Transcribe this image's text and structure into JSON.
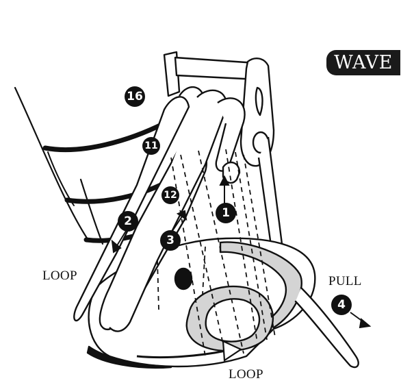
{
  "badge": {
    "text": "WAVE"
  },
  "labels": {
    "loop_left": "LOOP",
    "loop_bottom": "LOOP",
    "pull": "PULL"
  },
  "steps": {
    "s1": "1",
    "s2": "2",
    "s3": "3",
    "s4": "4",
    "s11": "11",
    "s12": "12",
    "s16": "16"
  },
  "colors": {
    "ink": "#111111",
    "strap_fill": "#ffffff",
    "buckle_shade": "#d4d4d4"
  }
}
